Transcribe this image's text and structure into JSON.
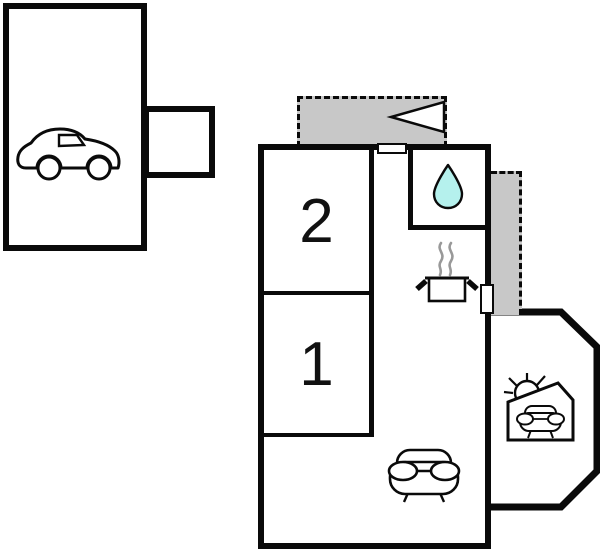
{
  "floorplan": {
    "rooms": [
      {
        "id": "room-2",
        "label": "2"
      },
      {
        "id": "room-1",
        "label": "1"
      }
    ],
    "areas": [
      "garage",
      "garage-annex",
      "main-building",
      "bathroom",
      "kitchen-area",
      "living-area",
      "terrace-front",
      "terrace-side",
      "conservatory"
    ],
    "icons": [
      "car-icon",
      "entrance-arrow-icon",
      "water-drop-icon",
      "steam-icon",
      "cooking-pot-icon",
      "sofa-icon",
      "sun-icon",
      "sunroom-sofa-icon"
    ],
    "colors": {
      "walls": "#0a0a0a",
      "terrace_fill": "#c8c8c8",
      "water_drop": "#b5f1ed",
      "steam": "#999999",
      "background": "#ffffff"
    }
  }
}
